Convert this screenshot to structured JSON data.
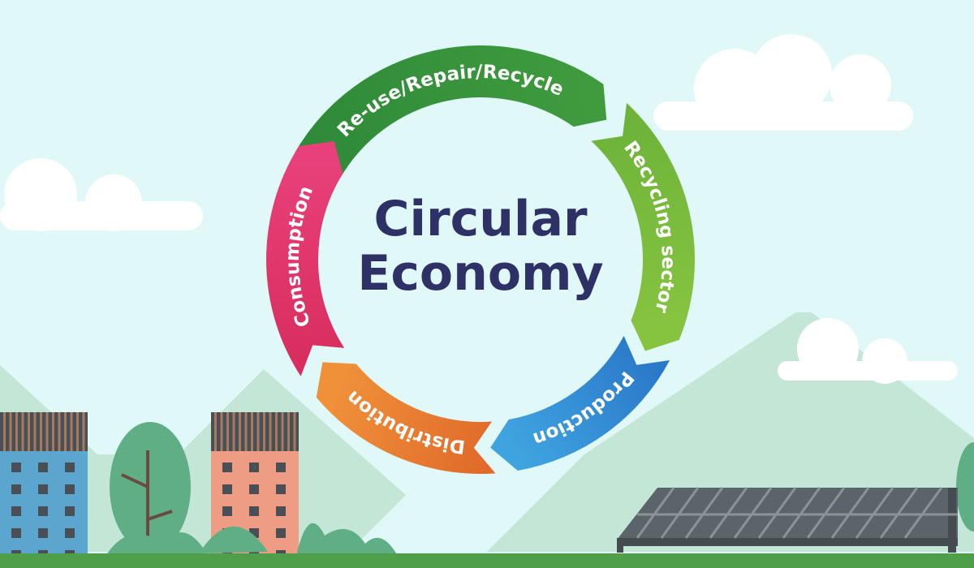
{
  "title": {
    "line1": "Circular",
    "line2": "Economy"
  },
  "segments": [
    {
      "label": "Re-use/Repair/Recycle",
      "color": "#3f9b3d",
      "color2": "#2f8a3a",
      "start": -150,
      "end": -55
    },
    {
      "label": "Recycling sector",
      "color": "#86c440",
      "color2": "#6db33a",
      "start": -47,
      "end": 22
    },
    {
      "label": "Production",
      "color": "#3fa3e0",
      "color2": "#2a78c8",
      "start": 28,
      "end": 80
    },
    {
      "label": "Distribution",
      "color": "#f0913a",
      "color2": "#e06a2a",
      "start": 86,
      "end": 140
    },
    {
      "label": "Consumption",
      "color": "#e8407a",
      "color2": "#d82d5e",
      "start": 147,
      "end": 212
    }
  ],
  "colors": {
    "sky": "#e0f8f7",
    "mountain": "#c4e6d6",
    "ground": "#4f9f4a",
    "cloud": "#ffffff",
    "tree": "#5fae86",
    "title": "#2e3166"
  }
}
